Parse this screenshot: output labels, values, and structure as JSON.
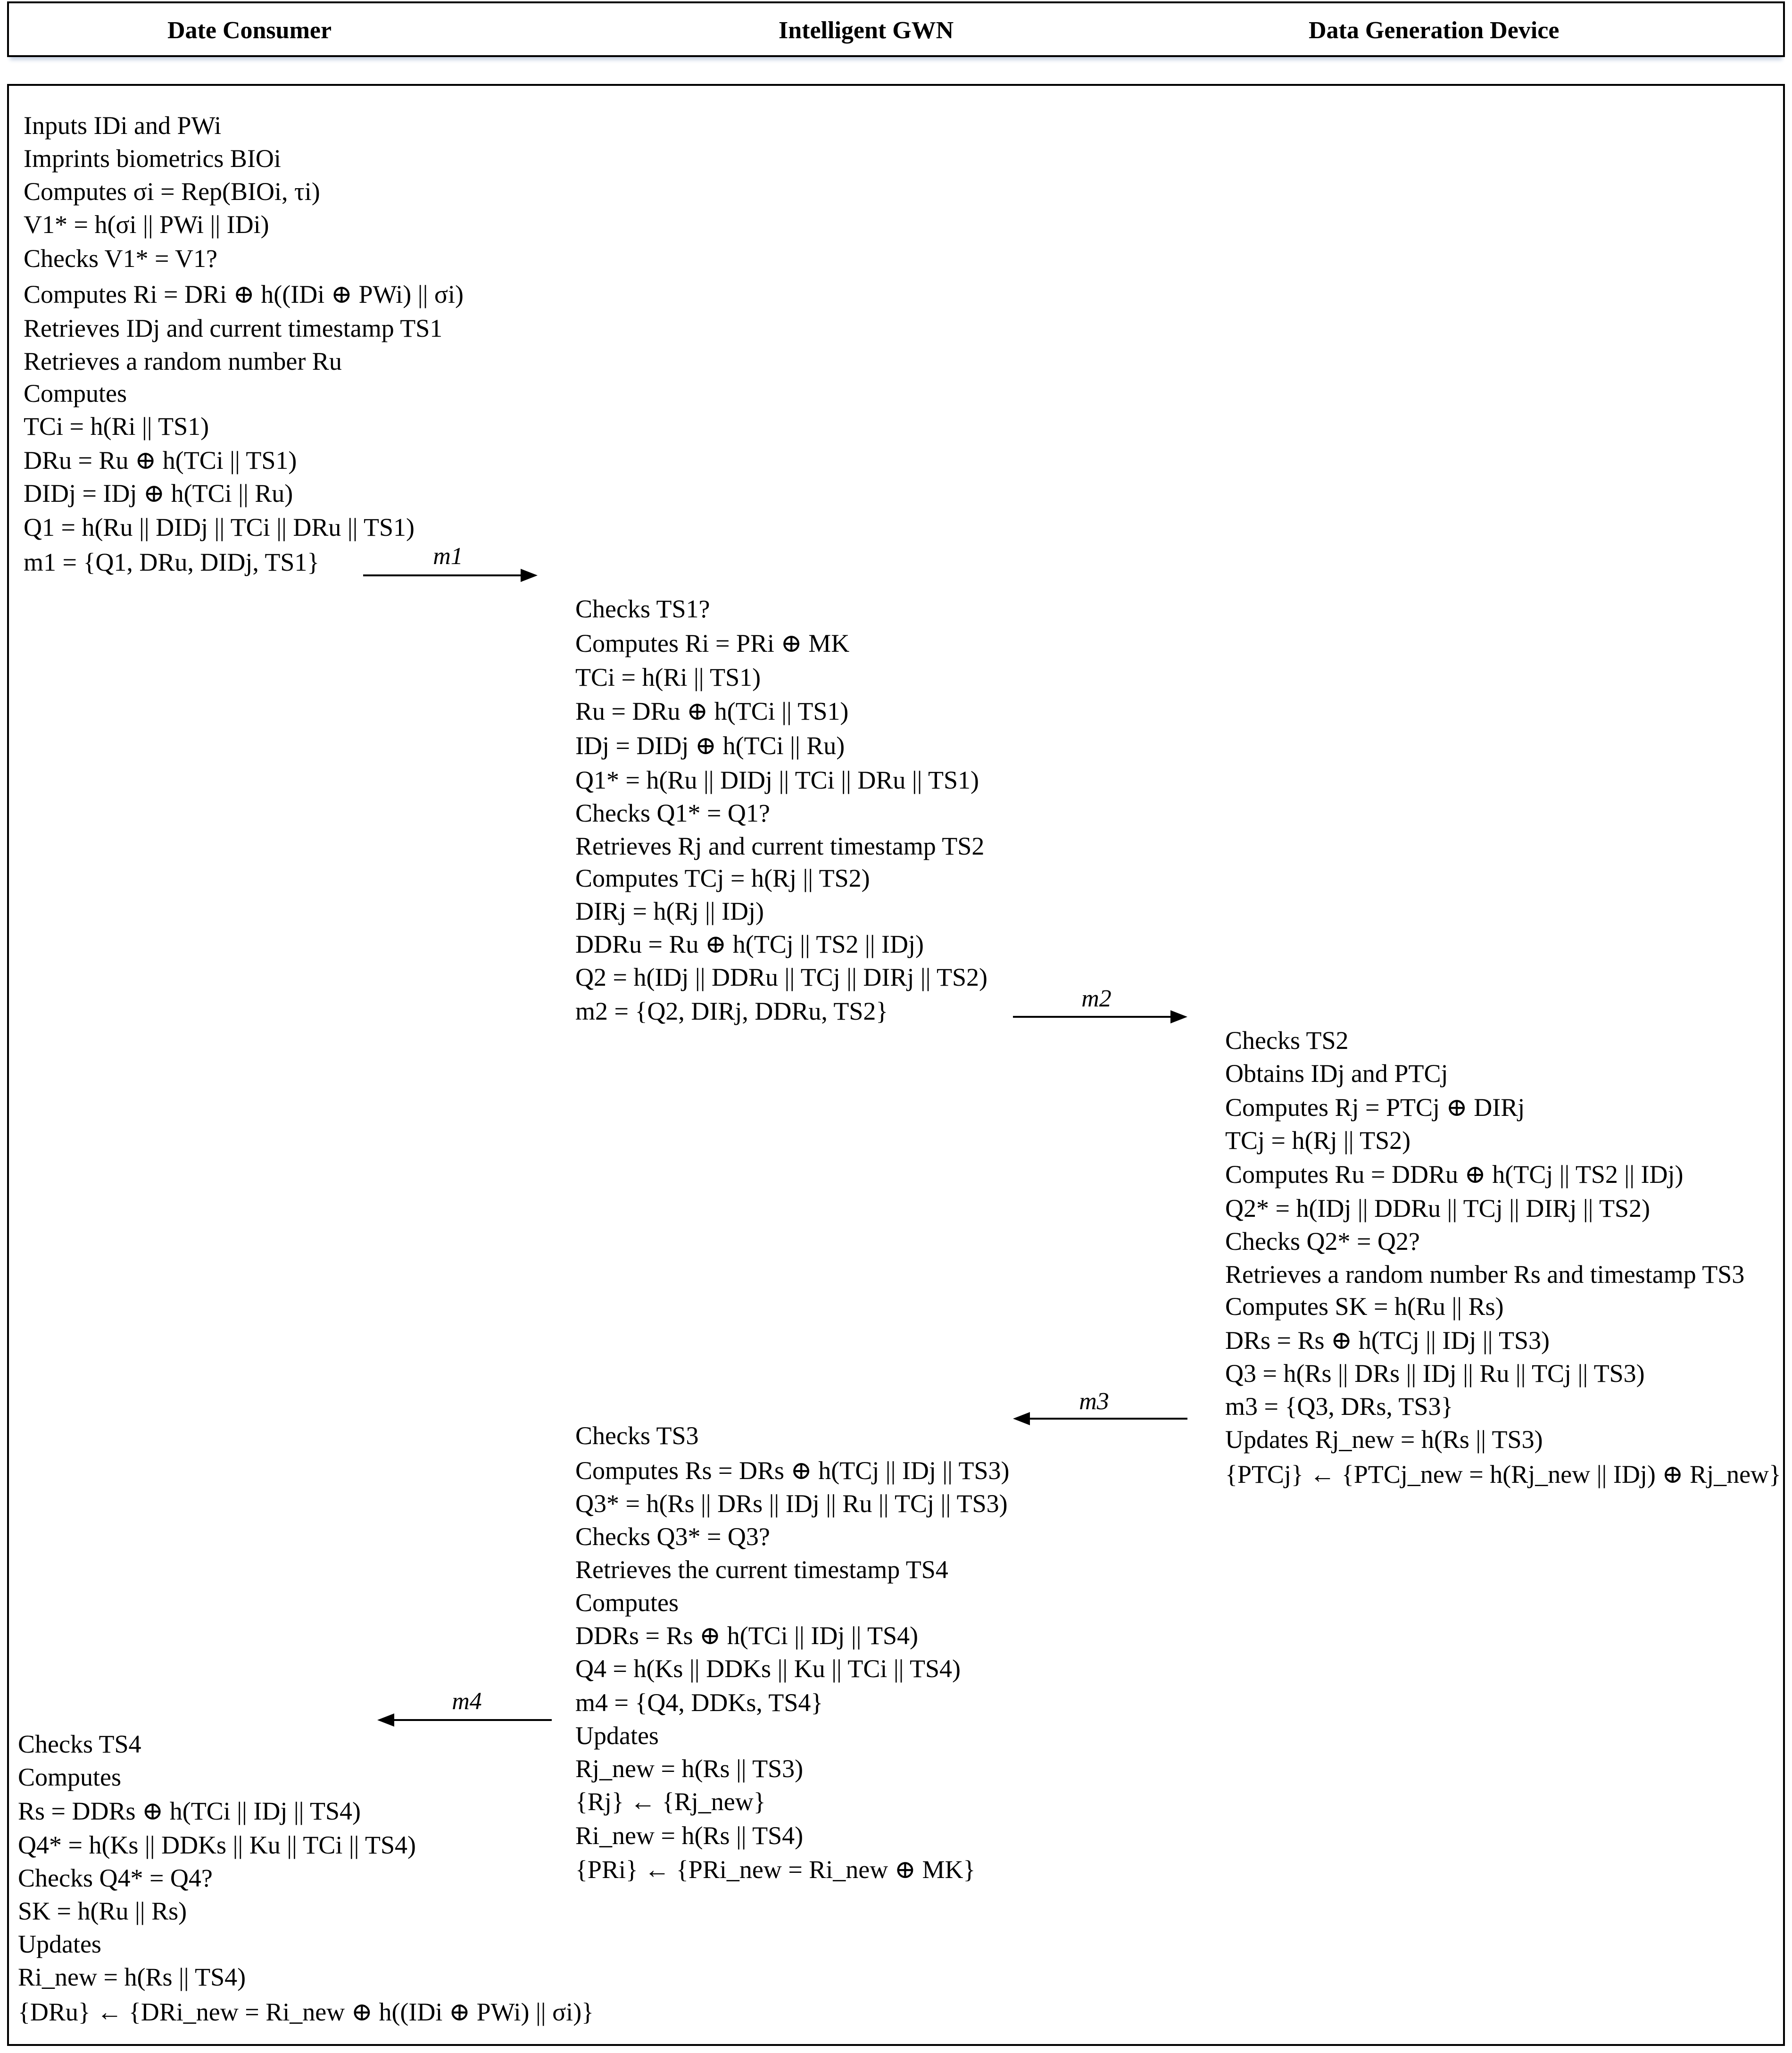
{
  "header": {
    "col1": "Date Consumer",
    "col2": "Intelligent GWN",
    "col3": "Data Generation Device"
  },
  "messages": {
    "m1": "m1",
    "m2": "m2",
    "m3": "m3",
    "m4": "m4"
  },
  "consumer_step1": [
    "Inputs IDi and PWi",
    "Imprints biometrics BIOi",
    "Computes σi = Rep(BIOi, τi)",
    "V1* = h(σi || PWi || IDi)",
    "Checks V1* = V1?",
    "Computes Ri = DRi ⊕ h((IDi ⊕ PWi) || σi)",
    "Retrieves IDj and current timestamp TS1",
    "Retrieves a random number Ru",
    "Computes",
    "TCi = h(Ri || TS1)",
    "DRu = Ru ⊕ h(TCi || TS1)",
    "DIDj = IDj ⊕ h(TCi || Ru)",
    "Q1 = h(Ru || DIDj || TCi || DRu || TS1)",
    "m1 = {Q1, DRu, DIDj, TS1}"
  ],
  "gwn_step2": [
    "Checks TS1?",
    "Computes Ri = PRi ⊕ MK",
    "TCi = h(Ri || TS1)",
    "Ru = DRu ⊕ h(TCi || TS1)",
    "IDj = DIDj ⊕ h(TCi || Ru)",
    "Q1* = h(Ru || DIDj || TCi || DRu || TS1)",
    "Checks Q1* = Q1?",
    "Retrieves Rj and current timestamp TS2",
    "Computes TCj = h(Rj || TS2)",
    "DIRj = h(Rj || IDj)",
    "DDRu = Ru ⊕ h(TCj || TS2 || IDj)",
    "Q2 = h(IDj || DDRu || TCj || DIRj || TS2)",
    "m2 = {Q2, DIRj, DDRu, TS2}"
  ],
  "device_step3": [
    "Checks TS2",
    "Obtains IDj and PTCj",
    "Computes Rj = PTCj ⊕ DIRj",
    "TCj = h(Rj || TS2)",
    "Computes Ru = DDRu ⊕ h(TCj || TS2 || IDj)",
    "Q2* = h(IDj || DDRu || TCj || DIRj || TS2)",
    "Checks Q2* = Q2?",
    "Retrieves a random number Rs and timestamp TS3",
    "Computes SK = h(Ru || Rs)",
    "DRs = Rs ⊕ h(TCj || IDj || TS3)",
    "Q3 = h(Rs || DRs || IDj || Ru || TCj || TS3)",
    "m3 = {Q3, DRs, TS3}",
    "Updates Rj_new = h(Rs || TS3)",
    "{PTCj} ← {PTCj_new = h(Rj_new || IDj) ⊕ Rj_new}"
  ],
  "gwn_step4": [
    "Checks TS3",
    "Computes Rs = DRs ⊕ h(TCj || IDj || TS3)",
    "Q3* = h(Rs || DRs || IDj || Ru || TCj || TS3)",
    "Checks Q3* = Q3?",
    "Retrieves the current timestamp TS4",
    "Computes",
    "DDRs = Rs ⊕ h(TCi || IDj || TS4)",
    "Q4 = h(Ks || DDKs || Ku || TCi || TS4)",
    "m4 = {Q4, DDKs, TS4}",
    "Updates",
    "Rj_new = h(Rs || TS3)",
    "{Rj} ← {Rj_new}",
    "Ri_new = h(Rs || TS4)",
    "{PRi} ← {PRi_new = Ri_new ⊕ MK}"
  ],
  "consumer_step5": [
    "Checks TS4",
    "Computes",
    "Rs = DDRs ⊕ h(TCi || IDj || TS4)",
    "Q4* = h(Ks || DDKs || Ku || TCi || TS4)",
    "Checks Q4* = Q4?",
    "SK = h(Ru || Rs)",
    "Updates",
    "Ri_new = h(Rs || TS4)",
    "{DRu} ← {DRi_new = Ri_new ⊕ h((IDi ⊕ PWi) || σi)}"
  ]
}
